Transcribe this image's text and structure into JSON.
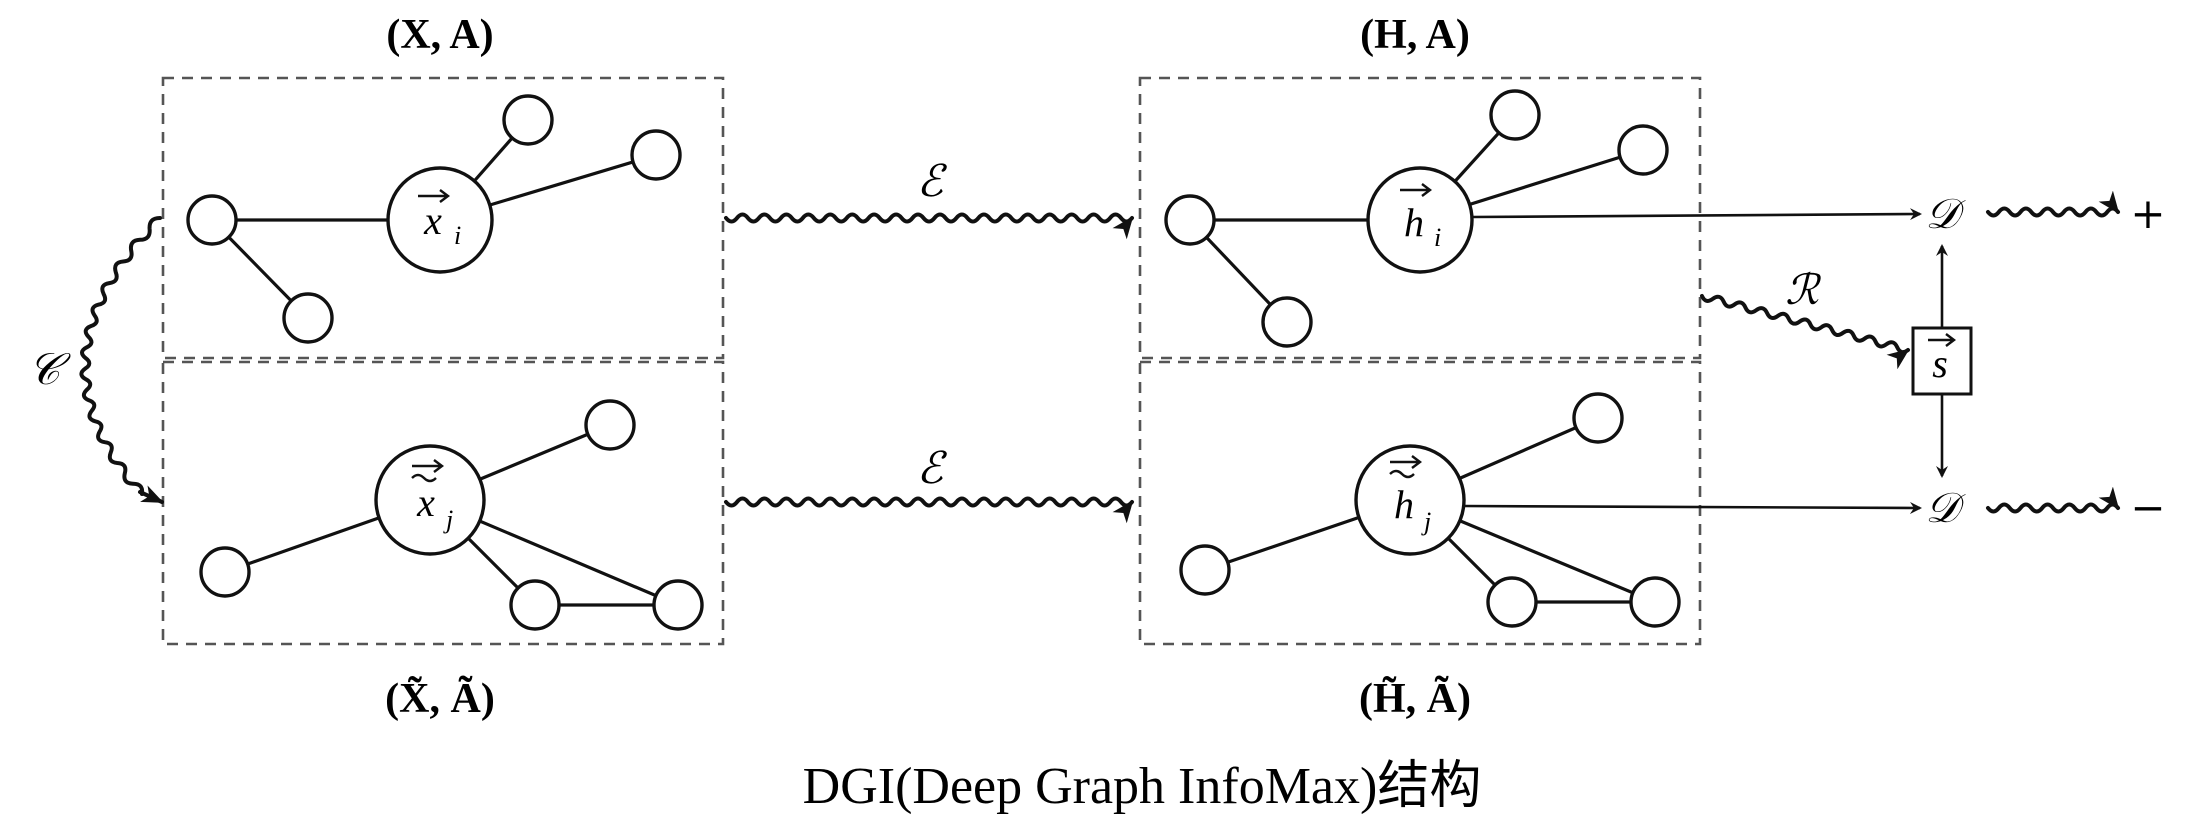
{
  "labels": {
    "input_pair": "(X, A)",
    "input_pair_corrupted": "(X̃, Ã)",
    "hidden_pair": "(H, A)",
    "hidden_pair_corrupted": "(H̃, Ã)"
  },
  "symbols": {
    "encoder_top": "ℰ",
    "encoder_bottom": "ℰ",
    "corruption": "𝒞",
    "readout": "ℛ",
    "discriminator_top": "𝒟",
    "discriminator_bottom": "𝒟",
    "summary": "s",
    "positive": "+",
    "negative": "−"
  },
  "nodes": {
    "x_i": "x",
    "x_i_sub": "i",
    "x_j": "x",
    "x_j_sub": "j",
    "h_i": "h",
    "h_i_sub": "i",
    "h_j": "h",
    "h_j_sub": "j"
  },
  "caption": "DGI(Deep Graph InfoMax)结构"
}
